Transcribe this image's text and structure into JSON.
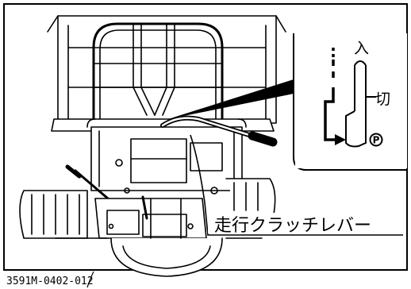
{
  "labels": {
    "on": "入",
    "off": "切",
    "park": "P",
    "lever": "走行クラッチレバー",
    "code": "3591M-0402-012"
  },
  "colors": {
    "ink": "#000000",
    "background": "#ffffff"
  },
  "icons": [
    "park-position-symbol",
    "arrow-down-icon",
    "arrow-right-icon"
  ]
}
